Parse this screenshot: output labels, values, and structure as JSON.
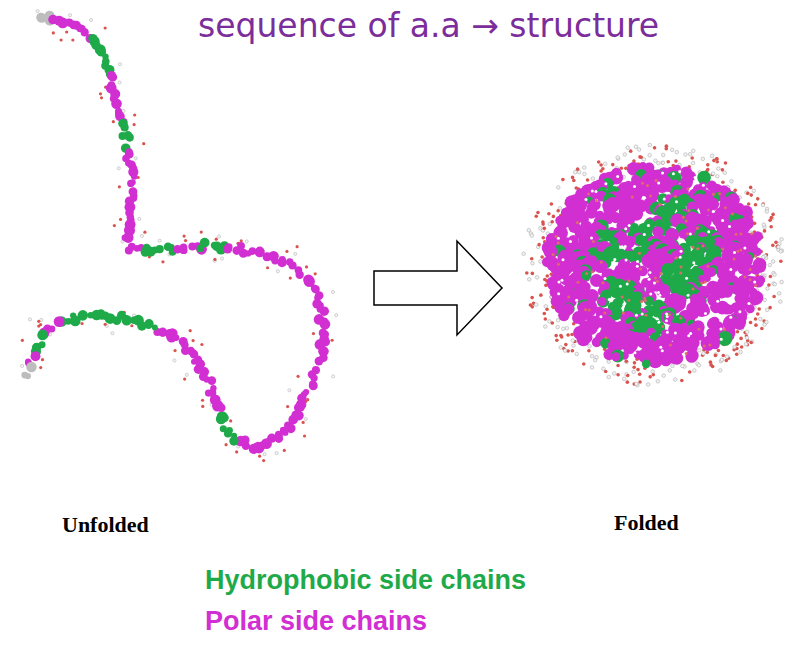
{
  "diagram": {
    "title": "sequence of a.a → structure",
    "nodes": [
      {
        "text": [
          "Unfolded"
        ]
      },
      {
        "text": [
          "Folded"
        ]
      }
    ],
    "edges": [
      {
        "from": 0,
        "to": 1,
        "arrow": "to"
      }
    ],
    "legend": [
      {
        "text": "Hydrophobic side chains",
        "color": "#1faa4a"
      },
      {
        "text": "Polar side chains",
        "color": "#d22fd2"
      }
    ]
  }
}
